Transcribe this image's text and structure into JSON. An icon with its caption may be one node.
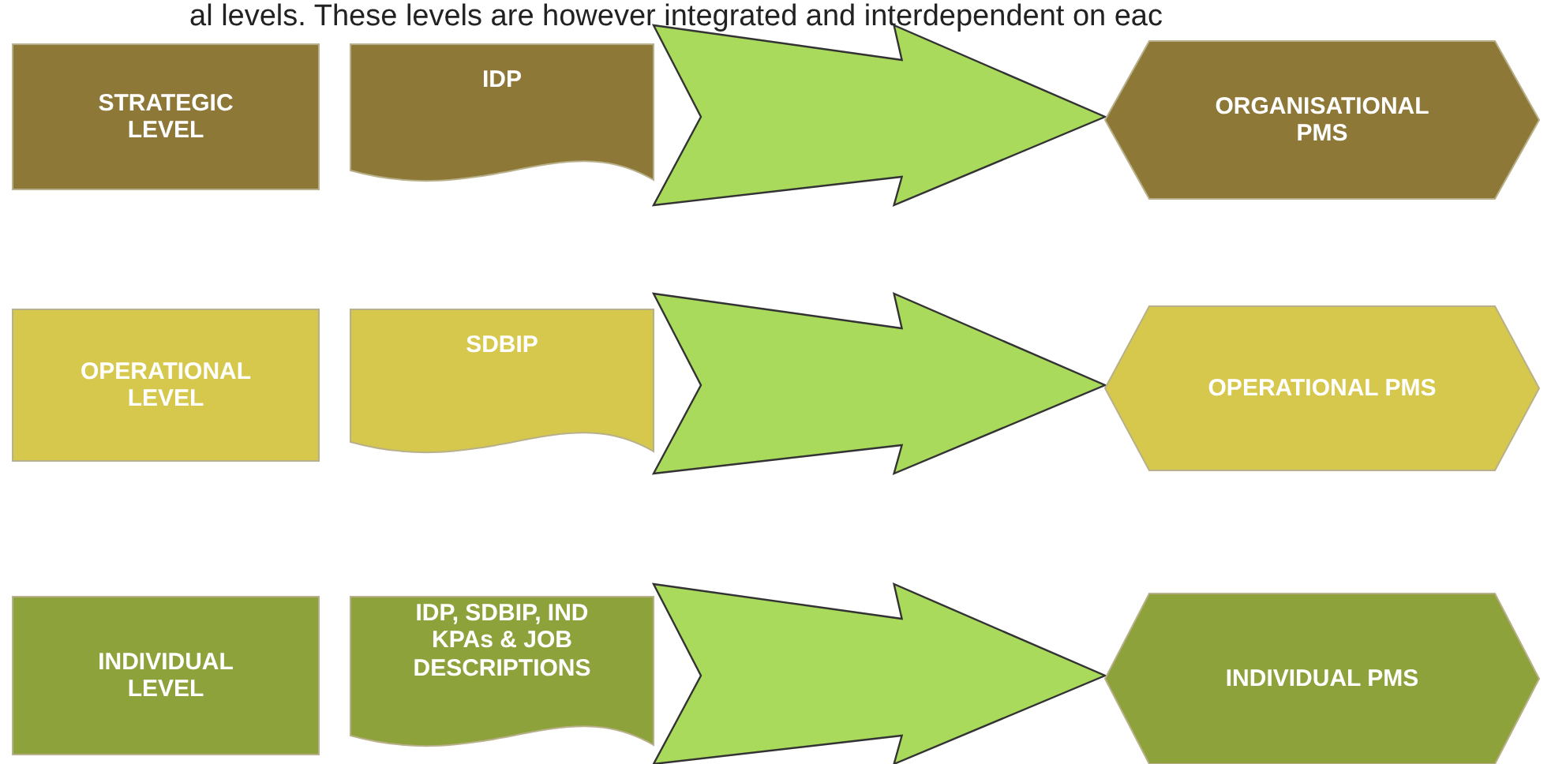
{
  "diagram": {
    "nodes": [
      {
        "text": [
          "STRATEGIC LEVEL"
        ]
      },
      {
        "text": [
          "IDP"
        ]
      },
      {
        "text": [
          "ORGANISATIONAL PMS"
        ]
      },
      {
        "text": [
          "OPERATIONAL LEVEL"
        ]
      },
      {
        "text": [
          "SDBIP"
        ]
      },
      {
        "text": [
          "OPERATIONAL PMS"
        ]
      },
      {
        "text": [
          "INDIVIDUAL LEVEL"
        ]
      },
      {
        "text": [
          "IDP, SDBIP, IND KPAs & JOB DESCRIPTIONS"
        ]
      },
      {
        "text": [
          "INDIVIDUAL PMS"
        ]
      }
    ],
    "edges": [
      {
        "from": 1,
        "to": 2,
        "arrow": "to"
      },
      {
        "from": 4,
        "to": 5,
        "arrow": "to"
      },
      {
        "from": 7,
        "to": 8,
        "arrow": "to"
      }
    ],
    "labels": [
      "al levels. These levels are however integrated and interdependent on eac"
    ]
  }
}
